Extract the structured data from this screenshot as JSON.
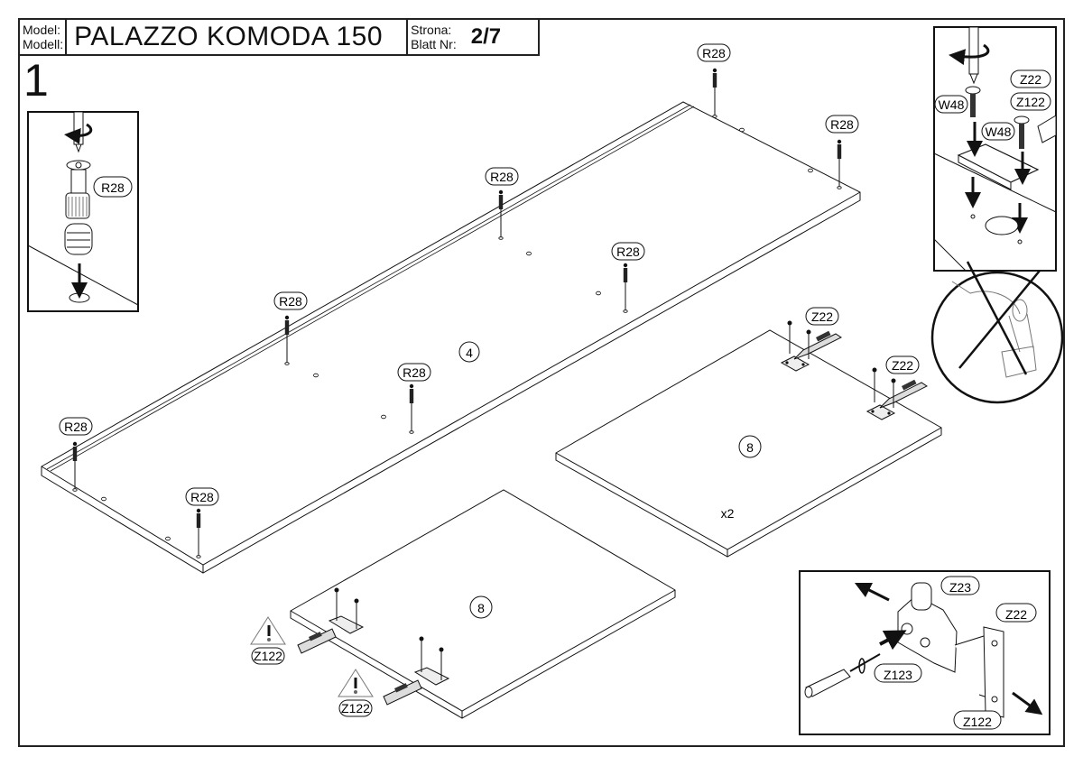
{
  "header": {
    "model_label_pl": "Model:",
    "model_label_de": "Modell:",
    "model_name": "PALAZZO KOMODA 150",
    "page_label_pl": "Strona:",
    "page_label_de": "Blatt Nr:",
    "page_number": "2/7"
  },
  "step_number": "1",
  "parts": {
    "top_panel_id": "4",
    "door_panel_id": "8",
    "door_panel_id_2": "8",
    "door_quantity": "x2"
  },
  "hardware_labels": {
    "cam_dowel": "R28",
    "hinge": "Z22",
    "hinge_cup_screw": "Z122",
    "hinge_plate": "Z23",
    "hinge_adjust": "Z123",
    "screw": "W48"
  },
  "insets": {
    "dowel_inset": {
      "label": "R28",
      "icons": [
        "screwdriver-icon",
        "rotate-arrow-icon",
        "down-arrow-icon"
      ]
    },
    "hinge_inset": {
      "labels": [
        "Z22",
        "Z122",
        "W48",
        "W48"
      ],
      "icons": [
        "screwdriver-icon",
        "rotate-arrow-icon",
        "down-arrow-icon"
      ]
    },
    "no_drill_warning": {
      "icon": "no-power-drill-icon"
    },
    "hinge_detail": {
      "labels": [
        "Z23",
        "Z22",
        "Z123",
        "Z122"
      ]
    }
  },
  "warnings": [
    {
      "icon": "warning-triangle-icon",
      "label": "Z122"
    },
    {
      "icon": "warning-triangle-icon",
      "label": "Z122"
    }
  ]
}
